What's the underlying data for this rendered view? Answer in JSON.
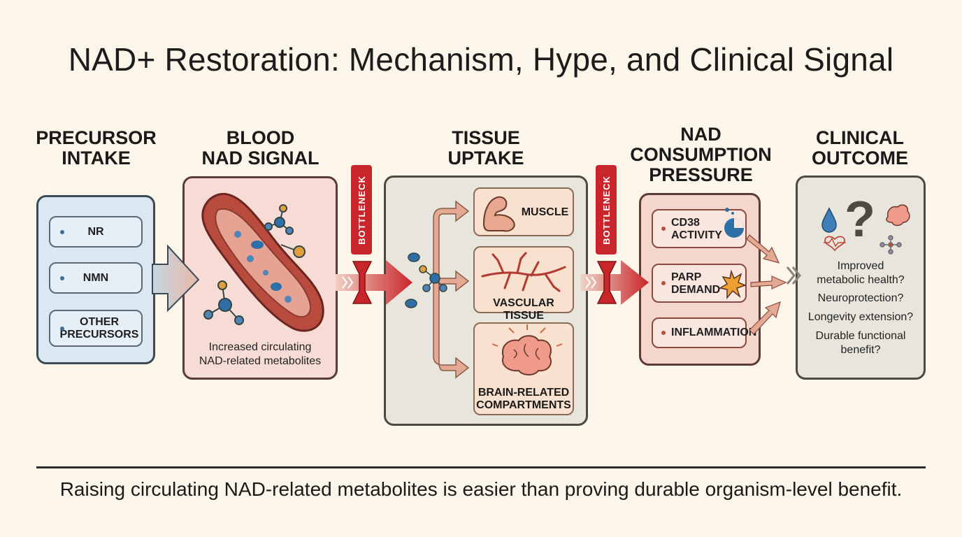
{
  "title": "NAD+ Restoration: Mechanism, Hype, and Clinical Signal",
  "columns": {
    "precursor": {
      "heading": "PRECURSOR\nINTAKE",
      "items": [
        "NR",
        "NMN",
        "OTHER\nPRECURSORS"
      ]
    },
    "blood": {
      "heading": "BLOOD\nNAD SIGNAL",
      "description": "Increased circulating\nNAD-related metabolites"
    },
    "tissue": {
      "heading": "TISSUE\nUPTAKE",
      "items": [
        "MUSCLE",
        "VASCULAR TISSUE",
        "BRAIN-RELATED\nCOMPARTMENTS"
      ]
    },
    "consumption": {
      "heading": "NAD\nCONSUMPTION\nPRESSURE",
      "items": [
        "CD38\nACTIVITY",
        "PARP\nDEMAND",
        "INFLAMMATION"
      ]
    },
    "outcome": {
      "heading": "CLINICAL\nOUTCOME",
      "questions": [
        "Improved\nmetabolic health?",
        "Neuroprotection?",
        "Longevity extension?",
        "Durable functional\nbenefit?"
      ]
    }
  },
  "bottleneck_label": "BOTTLENECK",
  "caption": "Raising circulating NAD-related metabolites is easier than proving durable organism-level benefit.",
  "colors": {
    "background": "#fbf6e9",
    "precursor_panel": "#dbe8f1",
    "blood_panel": "#f6dcd4",
    "tissue_panel": "#e8e6dc",
    "bottleneck": "#c8262a"
  }
}
